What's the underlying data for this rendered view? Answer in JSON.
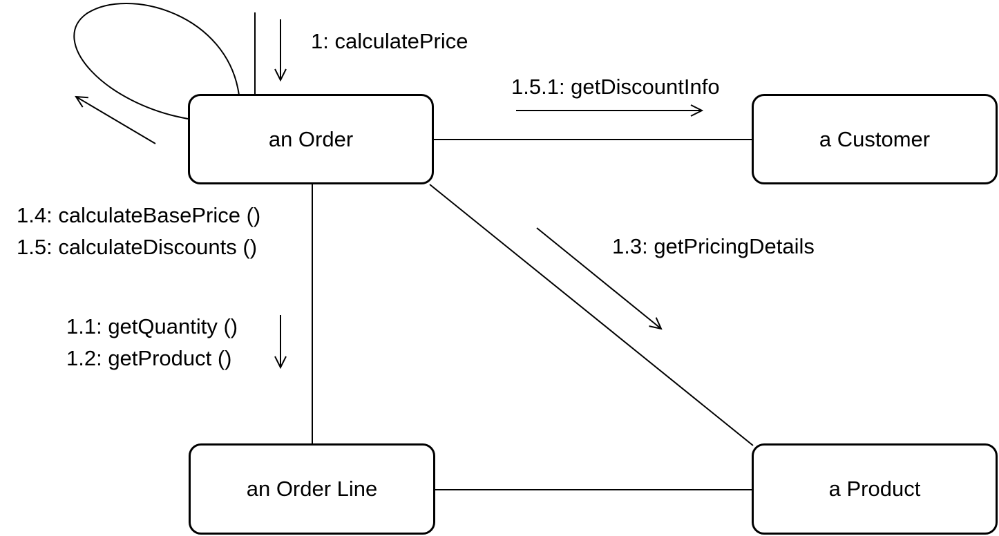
{
  "objects": {
    "order": "an Order",
    "customer": "a Customer",
    "order_line": "an Order Line",
    "product": "a Product"
  },
  "messages": {
    "calculate_price": "1: calculatePrice",
    "get_discount_info": "1.5.1: getDiscountInfo",
    "calculate_base_price": "1.4: calculateBasePrice ()",
    "calculate_discounts": "1.5: calculateDiscounts ()",
    "get_pricing_details": "1.3: getPricingDetails",
    "get_quantity": "1.1: getQuantity ()",
    "get_product": "1.2: getProduct ()"
  }
}
